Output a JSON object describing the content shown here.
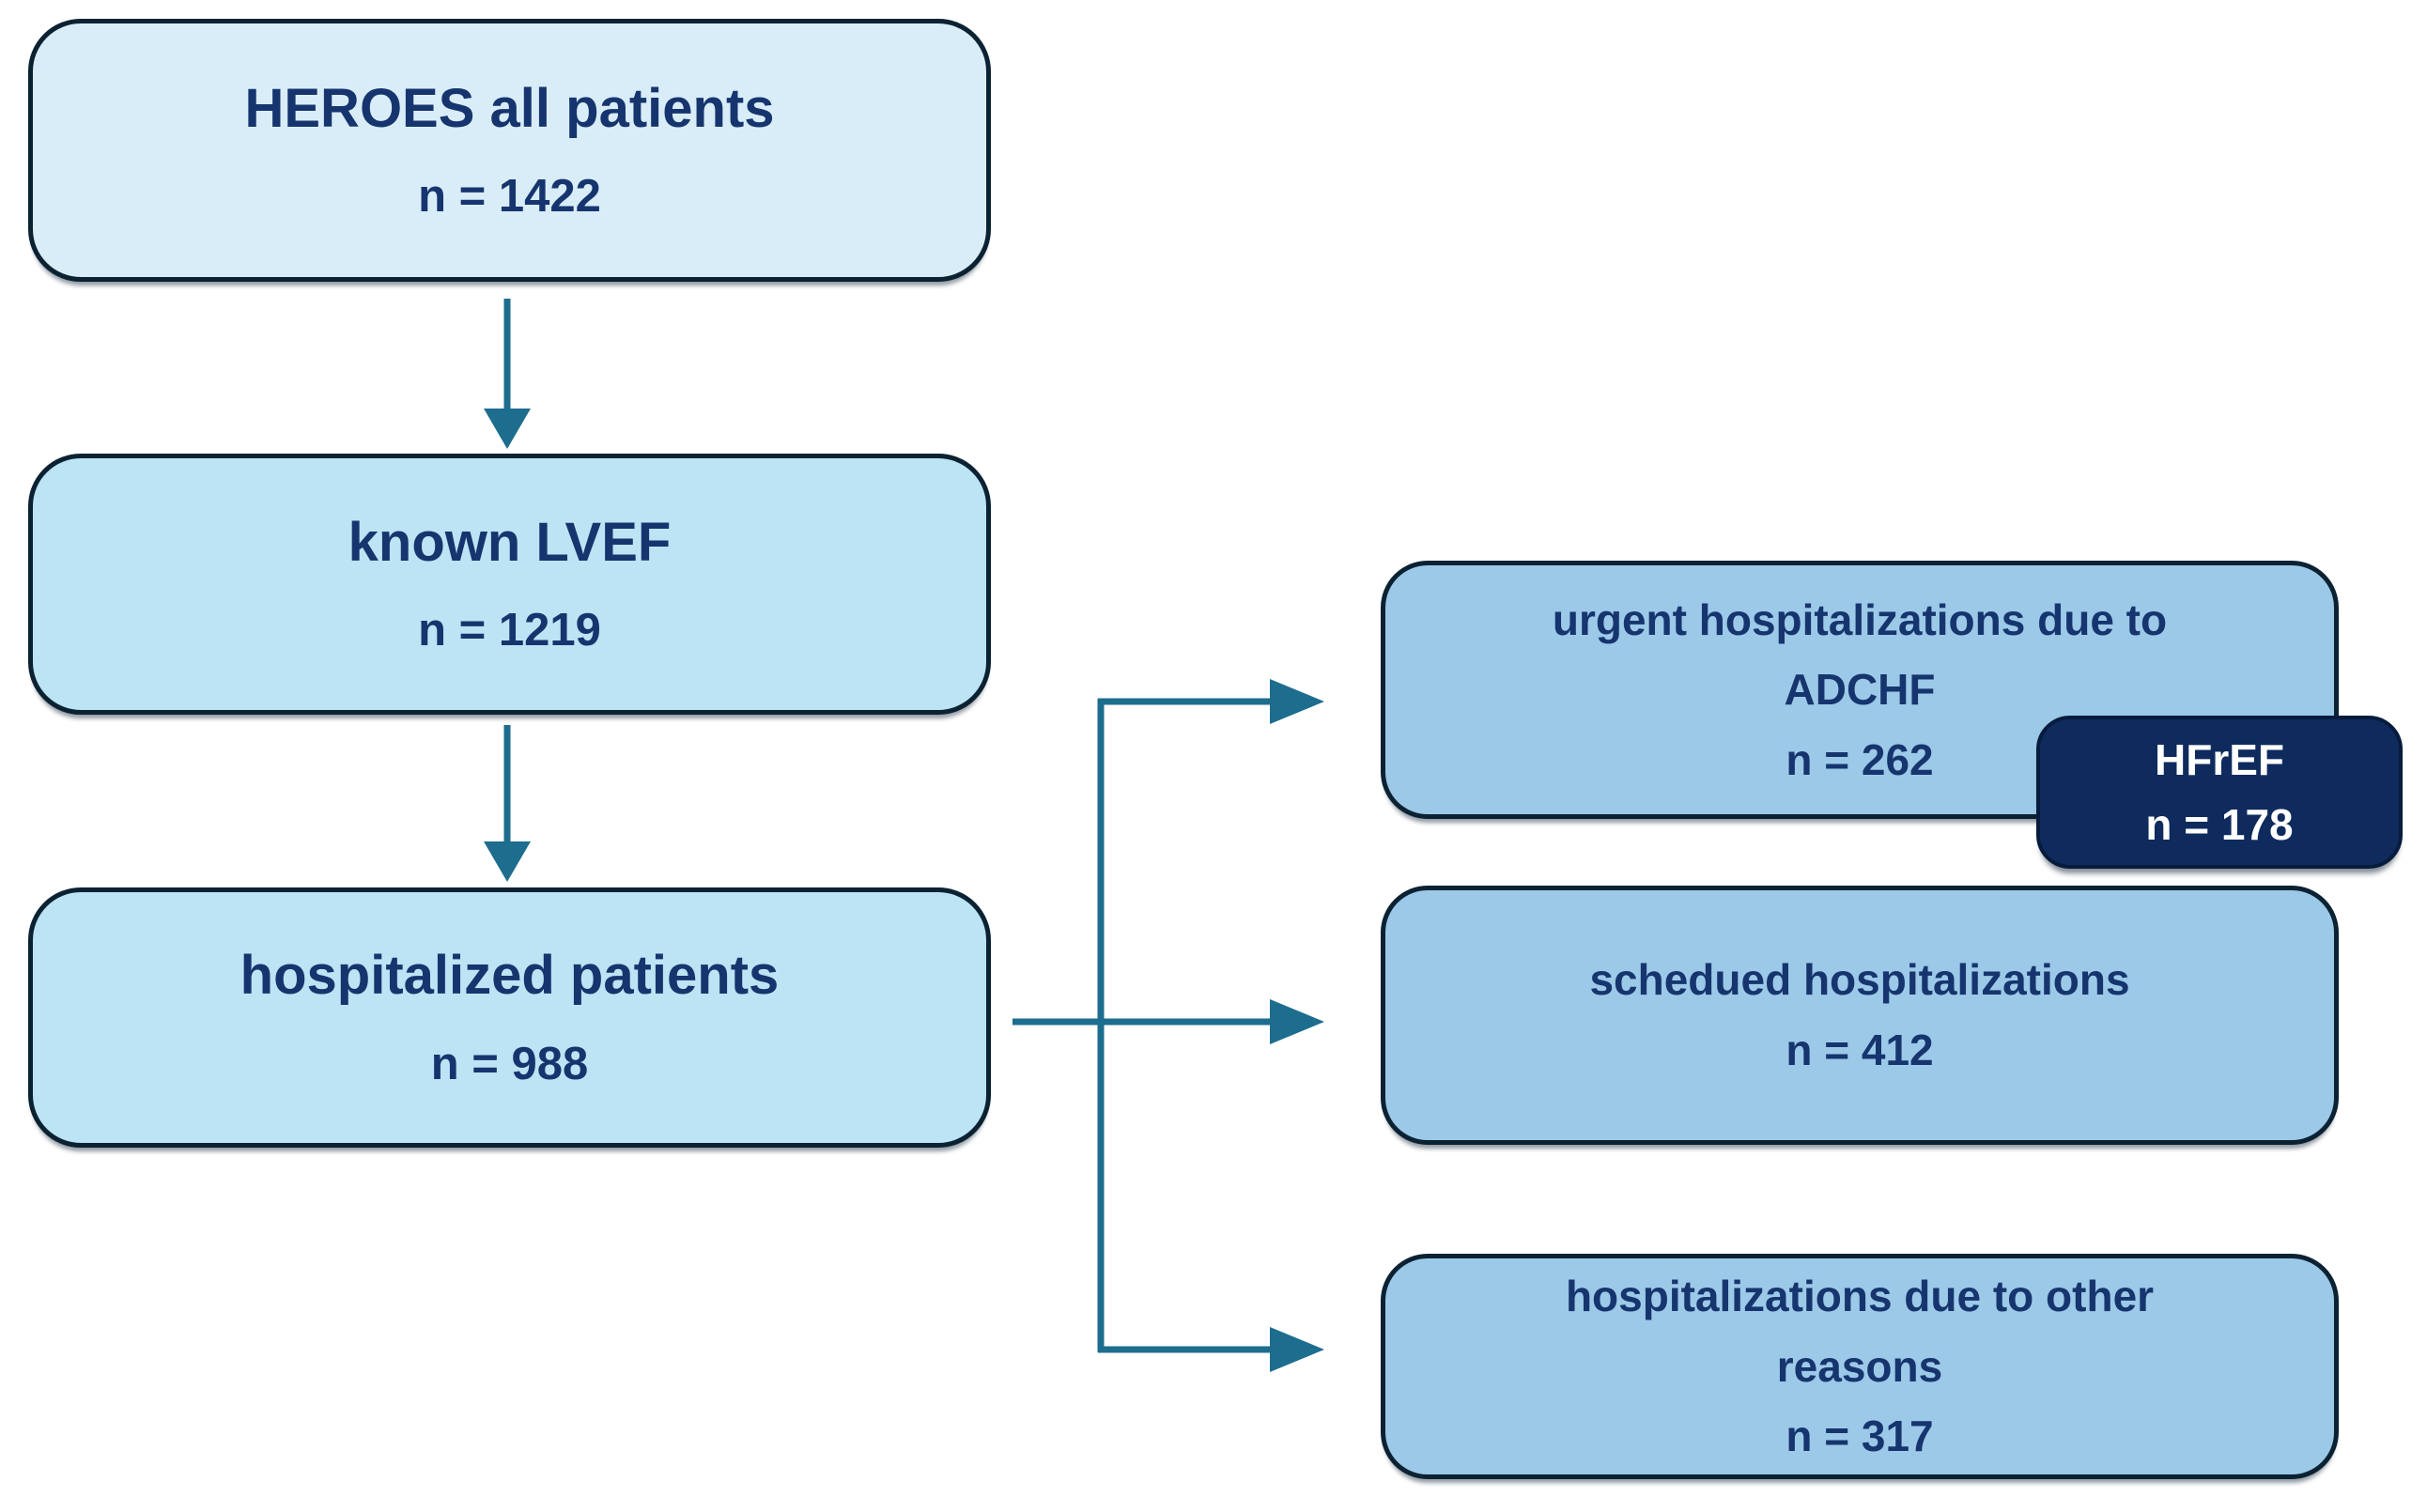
{
  "figure": {
    "type": "flowchart",
    "background": "#ffffff"
  },
  "boxes": {
    "all_patients": {
      "lines": [
        "HEROES all patients",
        "n = 1422"
      ]
    },
    "known_lvef": {
      "lines": [
        "known LVEF",
        "n = 1219"
      ]
    },
    "hospitalized": {
      "lines": [
        "hospitalized patients",
        "n = 988"
      ]
    },
    "urgent_adchf": {
      "lines": [
        "urgent hospitalizations due to",
        "ADCHF",
        "n = 262"
      ]
    },
    "hfref": {
      "lines": [
        "HFrEF",
        "n = 178"
      ]
    },
    "scheduled": {
      "lines": [
        "schedued hospitalizations",
        "n = 412"
      ]
    },
    "other_reasons": {
      "lines": [
        "hospitalizations due to other",
        "reasons",
        "n = 317"
      ]
    }
  },
  "edges": [
    {
      "from": "all_patients",
      "to": "known_lvef"
    },
    {
      "from": "known_lvef",
      "to": "hospitalized"
    },
    {
      "from": "hospitalized",
      "to": "urgent_adchf"
    },
    {
      "from": "hospitalized",
      "to": "scheduled"
    },
    {
      "from": "hospitalized",
      "to": "other_reasons"
    },
    {
      "from": "urgent_adchf",
      "to": "hfref"
    }
  ],
  "colors": {
    "box_top_fill": "#d9edf8",
    "box_left_fill": "#bce4f4",
    "box_right_fill": "#9cc9e8",
    "box_dark_fill": "#0f2b5e",
    "box_border": "#0b2233",
    "connector": "#1d6d8e",
    "text_navy": "#16356e",
    "text_white": "#ffffff"
  }
}
